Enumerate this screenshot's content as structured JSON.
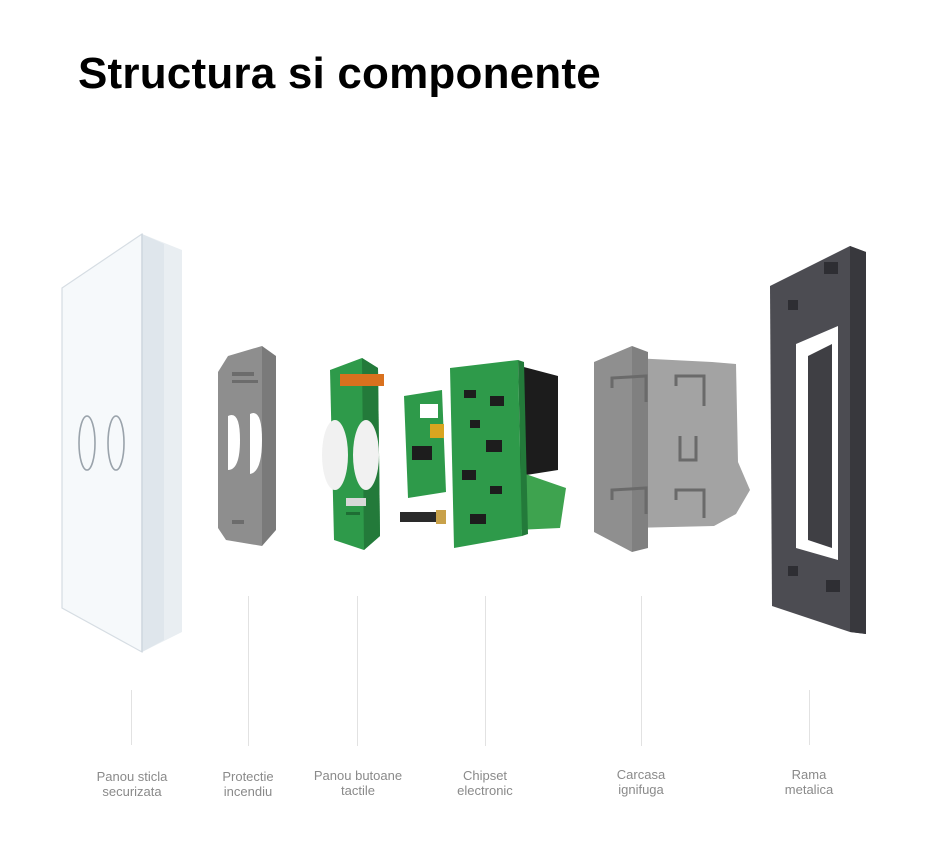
{
  "title": "Structura si componente",
  "components": [
    {
      "line1": "Panou sticla",
      "line2": "securizata"
    },
    {
      "line1": "Protectie",
      "line2": "incendiu"
    },
    {
      "line1": "Panou butoane",
      "line2": "tactile"
    },
    {
      "line1": "Chipset",
      "line2": "electronic"
    },
    {
      "line1": "Carcasa",
      "line2": "ignifuga"
    },
    {
      "line1": "Rama",
      "line2": "metalica"
    }
  ],
  "colors": {
    "glass": "#f4f8fb",
    "fire_shield": "#8e8e8e",
    "pcb": "#2e9a4a",
    "housing": "#9a9a9a",
    "frame": "#4c4c52"
  }
}
